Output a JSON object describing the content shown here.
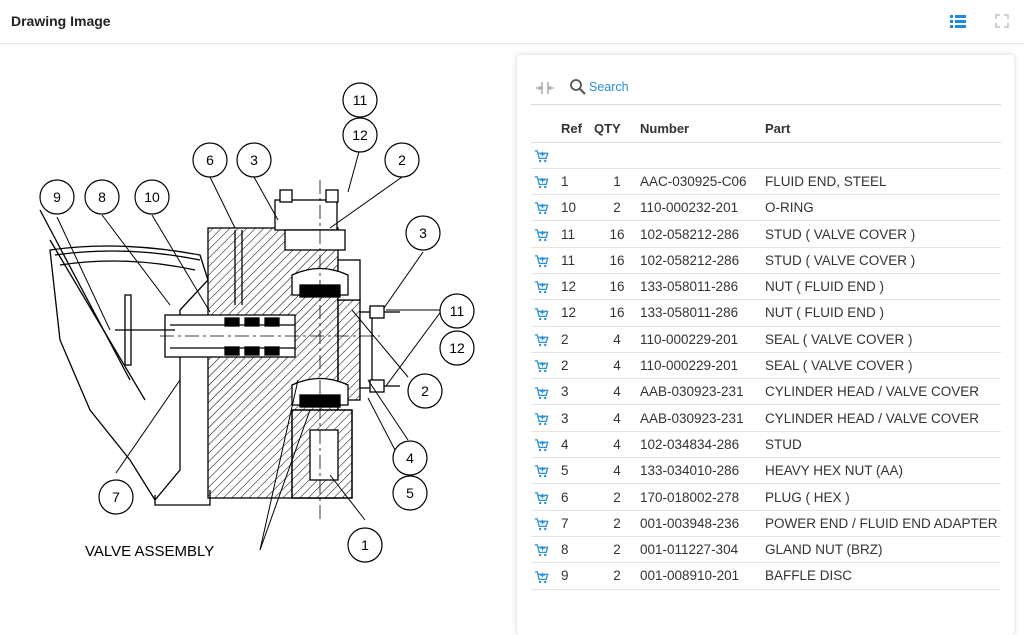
{
  "header": {
    "title": "Drawing Image",
    "list_icon": "list-view-icon",
    "expand_icon": "expand-icon",
    "accent_color": "#1e88e5"
  },
  "drawing": {
    "balloons": {
      "b9": "9",
      "b8": "8",
      "b10": "10",
      "b6": "6",
      "b3a": "3",
      "b11a": "11",
      "b12a": "12",
      "b2a": "2",
      "b3b": "3",
      "b11b": "11",
      "b12b": "12",
      "b2b": "2",
      "b4": "4",
      "b5": "5",
      "b1": "1",
      "b7": "7"
    },
    "caption": "VALVE ASSEMBLY"
  },
  "panel": {
    "search_placeholder": "Search",
    "columns": {
      "ref": "Ref",
      "qty": "QTY",
      "number": "Number",
      "part": "Part"
    },
    "rows": [
      {
        "ref": "",
        "qty": "",
        "number": "",
        "part": ""
      },
      {
        "ref": "1",
        "qty": "1",
        "number": "AAC-030925-C06",
        "part": "FLUID END, STEEL"
      },
      {
        "ref": "10",
        "qty": "2",
        "number": "110-000232-201",
        "part": "O-RING"
      },
      {
        "ref": "11",
        "qty": "16",
        "number": "102-058212-286",
        "part": "STUD ( VALVE COVER )"
      },
      {
        "ref": "11",
        "qty": "16",
        "number": "102-058212-286",
        "part": "STUD ( VALVE COVER )"
      },
      {
        "ref": "12",
        "qty": "16",
        "number": "133-058011-286",
        "part": "NUT ( FLUID END )"
      },
      {
        "ref": "12",
        "qty": "16",
        "number": "133-058011-286",
        "part": "NUT ( FLUID END )"
      },
      {
        "ref": "2",
        "qty": "4",
        "number": "110-000229-201",
        "part": "SEAL ( VALVE COVER )"
      },
      {
        "ref": "2",
        "qty": "4",
        "number": "110-000229-201",
        "part": "SEAL ( VALVE COVER )"
      },
      {
        "ref": "3",
        "qty": "4",
        "number": "AAB-030923-231",
        "part": "CYLINDER HEAD / VALVE COVER"
      },
      {
        "ref": "3",
        "qty": "4",
        "number": "AAB-030923-231",
        "part": "CYLINDER HEAD / VALVE COVER"
      },
      {
        "ref": "4",
        "qty": "4",
        "number": "102-034834-286",
        "part": "STUD"
      },
      {
        "ref": "5",
        "qty": "4",
        "number": "133-034010-286",
        "part": "HEAVY HEX NUT (AA)"
      },
      {
        "ref": "6",
        "qty": "2",
        "number": "170-018002-278",
        "part": "PLUG ( HEX )"
      },
      {
        "ref": "7",
        "qty": "2",
        "number": "001-003948-236",
        "part": "POWER END / FLUID END ADAPTER"
      },
      {
        "ref": "8",
        "qty": "2",
        "number": "001-011227-304",
        "part": "GLAND NUT (BRZ)"
      },
      {
        "ref": "9",
        "qty": "2",
        "number": "001-008910-201",
        "part": "BAFFLE DISC"
      }
    ],
    "cart_icon": "add-to-cart-icon",
    "cart_color": "#2b8fd4"
  }
}
